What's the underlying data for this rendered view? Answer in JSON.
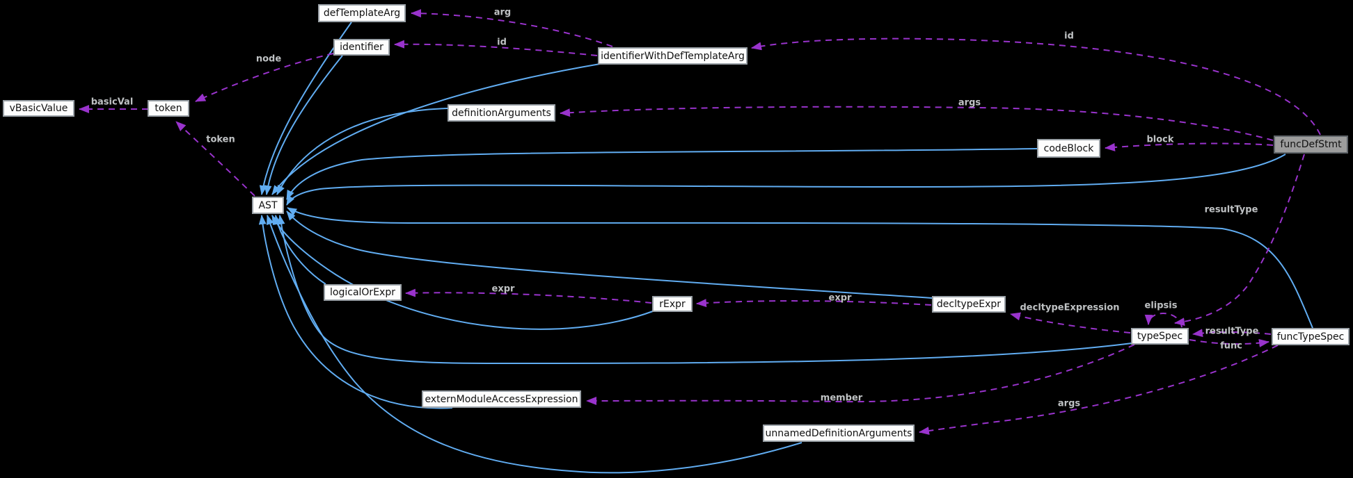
{
  "diagram": {
    "kind": "collaboration-graph",
    "background": "#000000",
    "colors": {
      "inheritance_edge": "#61adf2",
      "usage_edge": "#9933cc",
      "node_fill": "#fdfdfd",
      "node_border": "#9aa1a7",
      "node_text": "#111111",
      "highlighted_node_fill": "#9d9d9d",
      "edge_label_text": "#bfc2c4"
    },
    "nodes": [
      {
        "id": "defTemplateArg",
        "label": "defTemplateArg",
        "highlighted": false
      },
      {
        "id": "identifier",
        "label": "identifier",
        "highlighted": false
      },
      {
        "id": "identifierWithDefTemplateArg",
        "label": "identifierWithDefTemplateArg",
        "highlighted": false
      },
      {
        "id": "vBasicValue",
        "label": "vBasicValue",
        "highlighted": false
      },
      {
        "id": "token",
        "label": "token",
        "highlighted": false
      },
      {
        "id": "definitionArguments",
        "label": "definitionArguments",
        "highlighted": false
      },
      {
        "id": "codeBlock",
        "label": "codeBlock",
        "highlighted": false
      },
      {
        "id": "funcDefStmt",
        "label": "funcDefStmt",
        "highlighted": true
      },
      {
        "id": "AST",
        "label": "AST",
        "highlighted": false
      },
      {
        "id": "logicalOrExpr",
        "label": "logicalOrExpr",
        "highlighted": false
      },
      {
        "id": "rExpr",
        "label": "rExpr",
        "highlighted": false
      },
      {
        "id": "decltypeExpr",
        "label": "decltypeExpr",
        "highlighted": false
      },
      {
        "id": "typeSpec",
        "label": "typeSpec",
        "highlighted": false
      },
      {
        "id": "funcTypeSpec",
        "label": "funcTypeSpec",
        "highlighted": false
      },
      {
        "id": "externModuleAccessExpression",
        "label": "externModuleAccessExpression",
        "highlighted": false
      },
      {
        "id": "unnamedDefinitionArguments",
        "label": "unnamedDefinitionArguments",
        "highlighted": false
      }
    ],
    "edge_labels": {
      "basicVal": "basicVal",
      "node": "node",
      "token": "token",
      "arg": "arg",
      "id_identifier": "id",
      "id_identifierWithDefTemplateArg": "id",
      "args_definitionArguments": "args",
      "block": "block",
      "resultType_funcDefStmt": "resultType",
      "expr_logicalOrExpr": "expr",
      "expr_rExpr": "expr",
      "decltypeExpression": "decltypeExpression",
      "elipsis": "elipsis",
      "resultType_funcTypeSpec": "resultType",
      "func": "func",
      "member": "member",
      "args_unnamedDefinitionArguments": "args"
    },
    "edges": {
      "inheritance_to_AST": [
        "defTemplateArg",
        "identifier",
        "identifierWithDefTemplateArg",
        "definitionArguments",
        "codeBlock",
        "funcDefStmt",
        "logicalOrExpr",
        "rExpr",
        "decltypeExpr",
        "typeSpec",
        "funcTypeSpec",
        "externModuleAccessExpression",
        "unnamedDefinitionArguments"
      ],
      "usage": [
        {
          "from": "token",
          "to": "vBasicValue",
          "label": "basicVal"
        },
        {
          "from": "identifier",
          "to": "token",
          "label": "node"
        },
        {
          "from": "AST",
          "to": "token",
          "label": "token"
        },
        {
          "from": "identifierWithDefTemplateArg",
          "to": "defTemplateArg",
          "label": "arg"
        },
        {
          "from": "identifierWithDefTemplateArg",
          "to": "identifier",
          "label": "id"
        },
        {
          "from": "funcDefStmt",
          "to": "identifierWithDefTemplateArg",
          "label": "id"
        },
        {
          "from": "funcDefStmt",
          "to": "definitionArguments",
          "label": "args"
        },
        {
          "from": "funcDefStmt",
          "to": "codeBlock",
          "label": "block"
        },
        {
          "from": "funcDefStmt",
          "to": "typeSpec",
          "label": "resultType"
        },
        {
          "from": "decltypeExpr",
          "to": "rExpr",
          "label": "expr"
        },
        {
          "from": "rExpr",
          "to": "logicalOrExpr",
          "label": "expr"
        },
        {
          "from": "typeSpec",
          "to": "decltypeExpr",
          "label": "decltypeExpression"
        },
        {
          "from": "typeSpec",
          "to": "typeSpec",
          "label": "elipsis"
        },
        {
          "from": "funcTypeSpec",
          "to": "typeSpec",
          "label": "resultType"
        },
        {
          "from": "typeSpec",
          "to": "funcTypeSpec",
          "label": "func"
        },
        {
          "from": "typeSpec",
          "to": "externModuleAccessExpression",
          "label": "member"
        },
        {
          "from": "funcTypeSpec",
          "to": "unnamedDefinitionArguments",
          "label": "args"
        }
      ]
    }
  }
}
